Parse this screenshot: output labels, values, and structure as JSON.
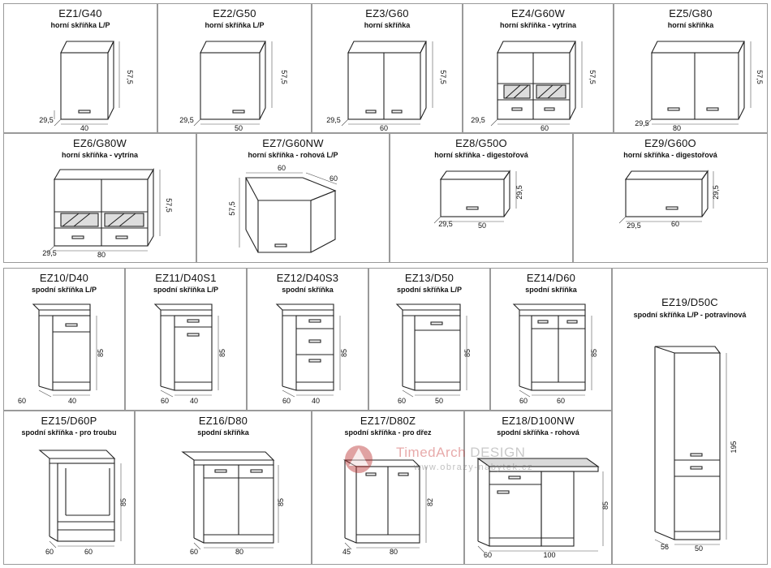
{
  "cabinets": [
    {
      "code": "EZ1/G40",
      "desc": "horní skříňka L/P",
      "width": "40",
      "depth": "29,5",
      "height": "57,5"
    },
    {
      "code": "EZ2/G50",
      "desc": "horní skříňka L/P",
      "width": "50",
      "depth": "29,5",
      "height": "57,5"
    },
    {
      "code": "EZ3/G60",
      "desc": "horní skříňka",
      "width": "60",
      "depth": "29,5",
      "height": "57,5"
    },
    {
      "code": "EZ4/G60W",
      "desc": "horní skříňka - vytrína",
      "width": "60",
      "depth": "29,5",
      "height": "57,5"
    },
    {
      "code": "EZ5/G80",
      "desc": "horní skříňka",
      "width": "80",
      "depth": "29,5",
      "height": "57,5"
    },
    {
      "code": "EZ6/G80W",
      "desc": "horní skříňka - vytrína",
      "width": "80",
      "depth": "29,5",
      "height": "57,5"
    },
    {
      "code": "EZ7/G60NW",
      "desc": "horní skříňka - rohová L/P",
      "width": "60",
      "width2": "60",
      "height": "57,5"
    },
    {
      "code": "EZ8/G50O",
      "desc": "horní skříňka - digestořová",
      "width": "50",
      "depth": "29,5",
      "height": "29,5"
    },
    {
      "code": "EZ9/G60O",
      "desc": "horní skříňka - digestořová",
      "width": "60",
      "depth": "29,5",
      "height": "29,5"
    },
    {
      "code": "EZ10/D40",
      "desc": "spodní skříňka L/P",
      "width": "40",
      "depth": "60",
      "height": "85"
    },
    {
      "code": "EZ11/D40S1",
      "desc": "spodní skříňka L/P",
      "width": "40",
      "depth": "60",
      "height": "85"
    },
    {
      "code": "EZ12/D40S3",
      "desc": "spodní skříňka",
      "width": "40",
      "depth": "60",
      "height": "85"
    },
    {
      "code": "EZ13/D50",
      "desc": "spodní skříňka L/P",
      "width": "50",
      "depth": "60",
      "height": "85"
    },
    {
      "code": "EZ14/D60",
      "desc": "spodní skříňka",
      "width": "60",
      "depth": "60",
      "height": "85"
    },
    {
      "code": "EZ19/D50C",
      "desc": "spodní  skříňka L/P - potravinová",
      "width": "50",
      "depth": "56",
      "height": "195"
    },
    {
      "code": "EZ15/D60P",
      "desc": "spodní skříňka  - pro troubu",
      "width": "60",
      "depth": "60",
      "height": "85"
    },
    {
      "code": "EZ16/D80",
      "desc": "spodní skříňka",
      "width": "80",
      "depth": "60",
      "height": "85"
    },
    {
      "code": "EZ17/D80Z",
      "desc": "spodní skříňka  - pro dřez",
      "width": "80",
      "depth": "45",
      "height": "82"
    },
    {
      "code": "EZ18/D100NW",
      "desc": "spodní  skříňka  -  rohová",
      "width": "100",
      "depth": "60",
      "height": "85"
    }
  ],
  "watermark": {
    "brand_a": "TimedArch",
    "brand_b": " DESIGN",
    "url": "www.obrazy-nabytek.cz"
  }
}
